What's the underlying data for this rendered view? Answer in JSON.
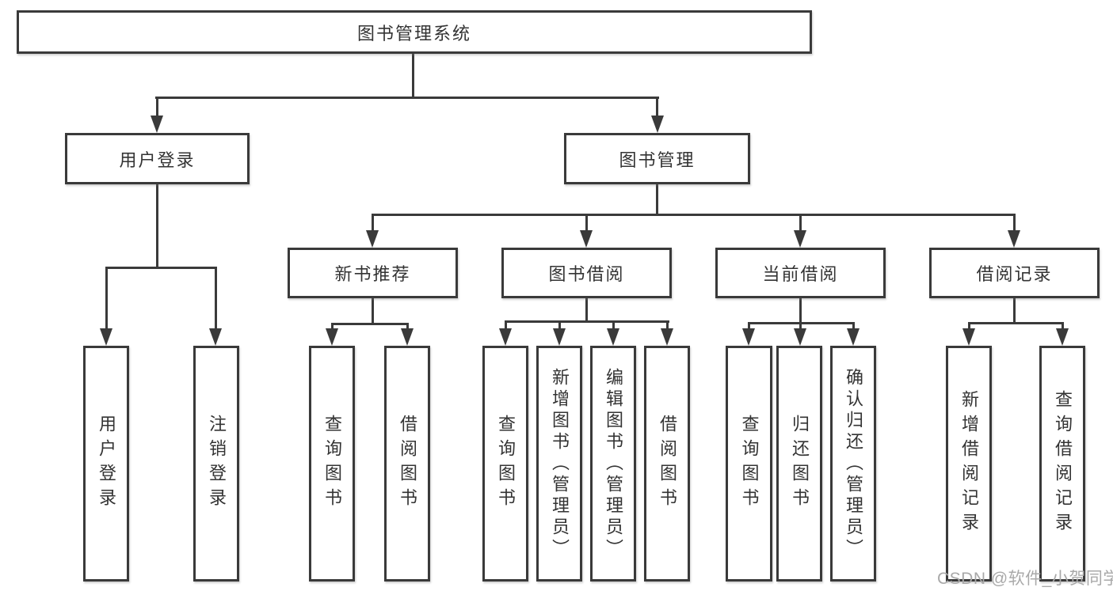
{
  "diagram": {
    "root": {
      "label": "图书管理系统"
    },
    "level2": [
      {
        "id": "user-login",
        "label": "用户登录"
      },
      {
        "id": "book-management",
        "label": "图书管理"
      }
    ],
    "level3": [
      {
        "id": "new-book-recommend",
        "label": "新书推荐"
      },
      {
        "id": "book-borrow",
        "label": "图书借阅"
      },
      {
        "id": "current-borrow",
        "label": "当前借阅"
      },
      {
        "id": "borrow-records",
        "label": "借阅记录"
      }
    ],
    "leaves": {
      "user_login": [
        {
          "label": "用户登录"
        },
        {
          "label": "注销登录"
        }
      ],
      "new_books": [
        {
          "label": "查询图书"
        },
        {
          "label": "借阅图书"
        }
      ],
      "book_borrow": [
        {
          "label": "查询图书"
        },
        {
          "label": "新增图书（管理员）"
        },
        {
          "label": "编辑图书（管理员）"
        },
        {
          "label": "借阅图书"
        }
      ],
      "current_borrow": [
        {
          "label": "查询图书"
        },
        {
          "label": "归还图书"
        },
        {
          "label": "确认归还（管理员）"
        }
      ],
      "borrow_records": [
        {
          "label": "新增借阅记录"
        },
        {
          "label": "查询借阅记录"
        }
      ]
    },
    "watermark": "CSDN @软件_小贺同学",
    "colors": {
      "line": "#3a3a3a",
      "text": "#333333",
      "watermark": "#a9a9a9",
      "background": "#ffffff"
    }
  }
}
